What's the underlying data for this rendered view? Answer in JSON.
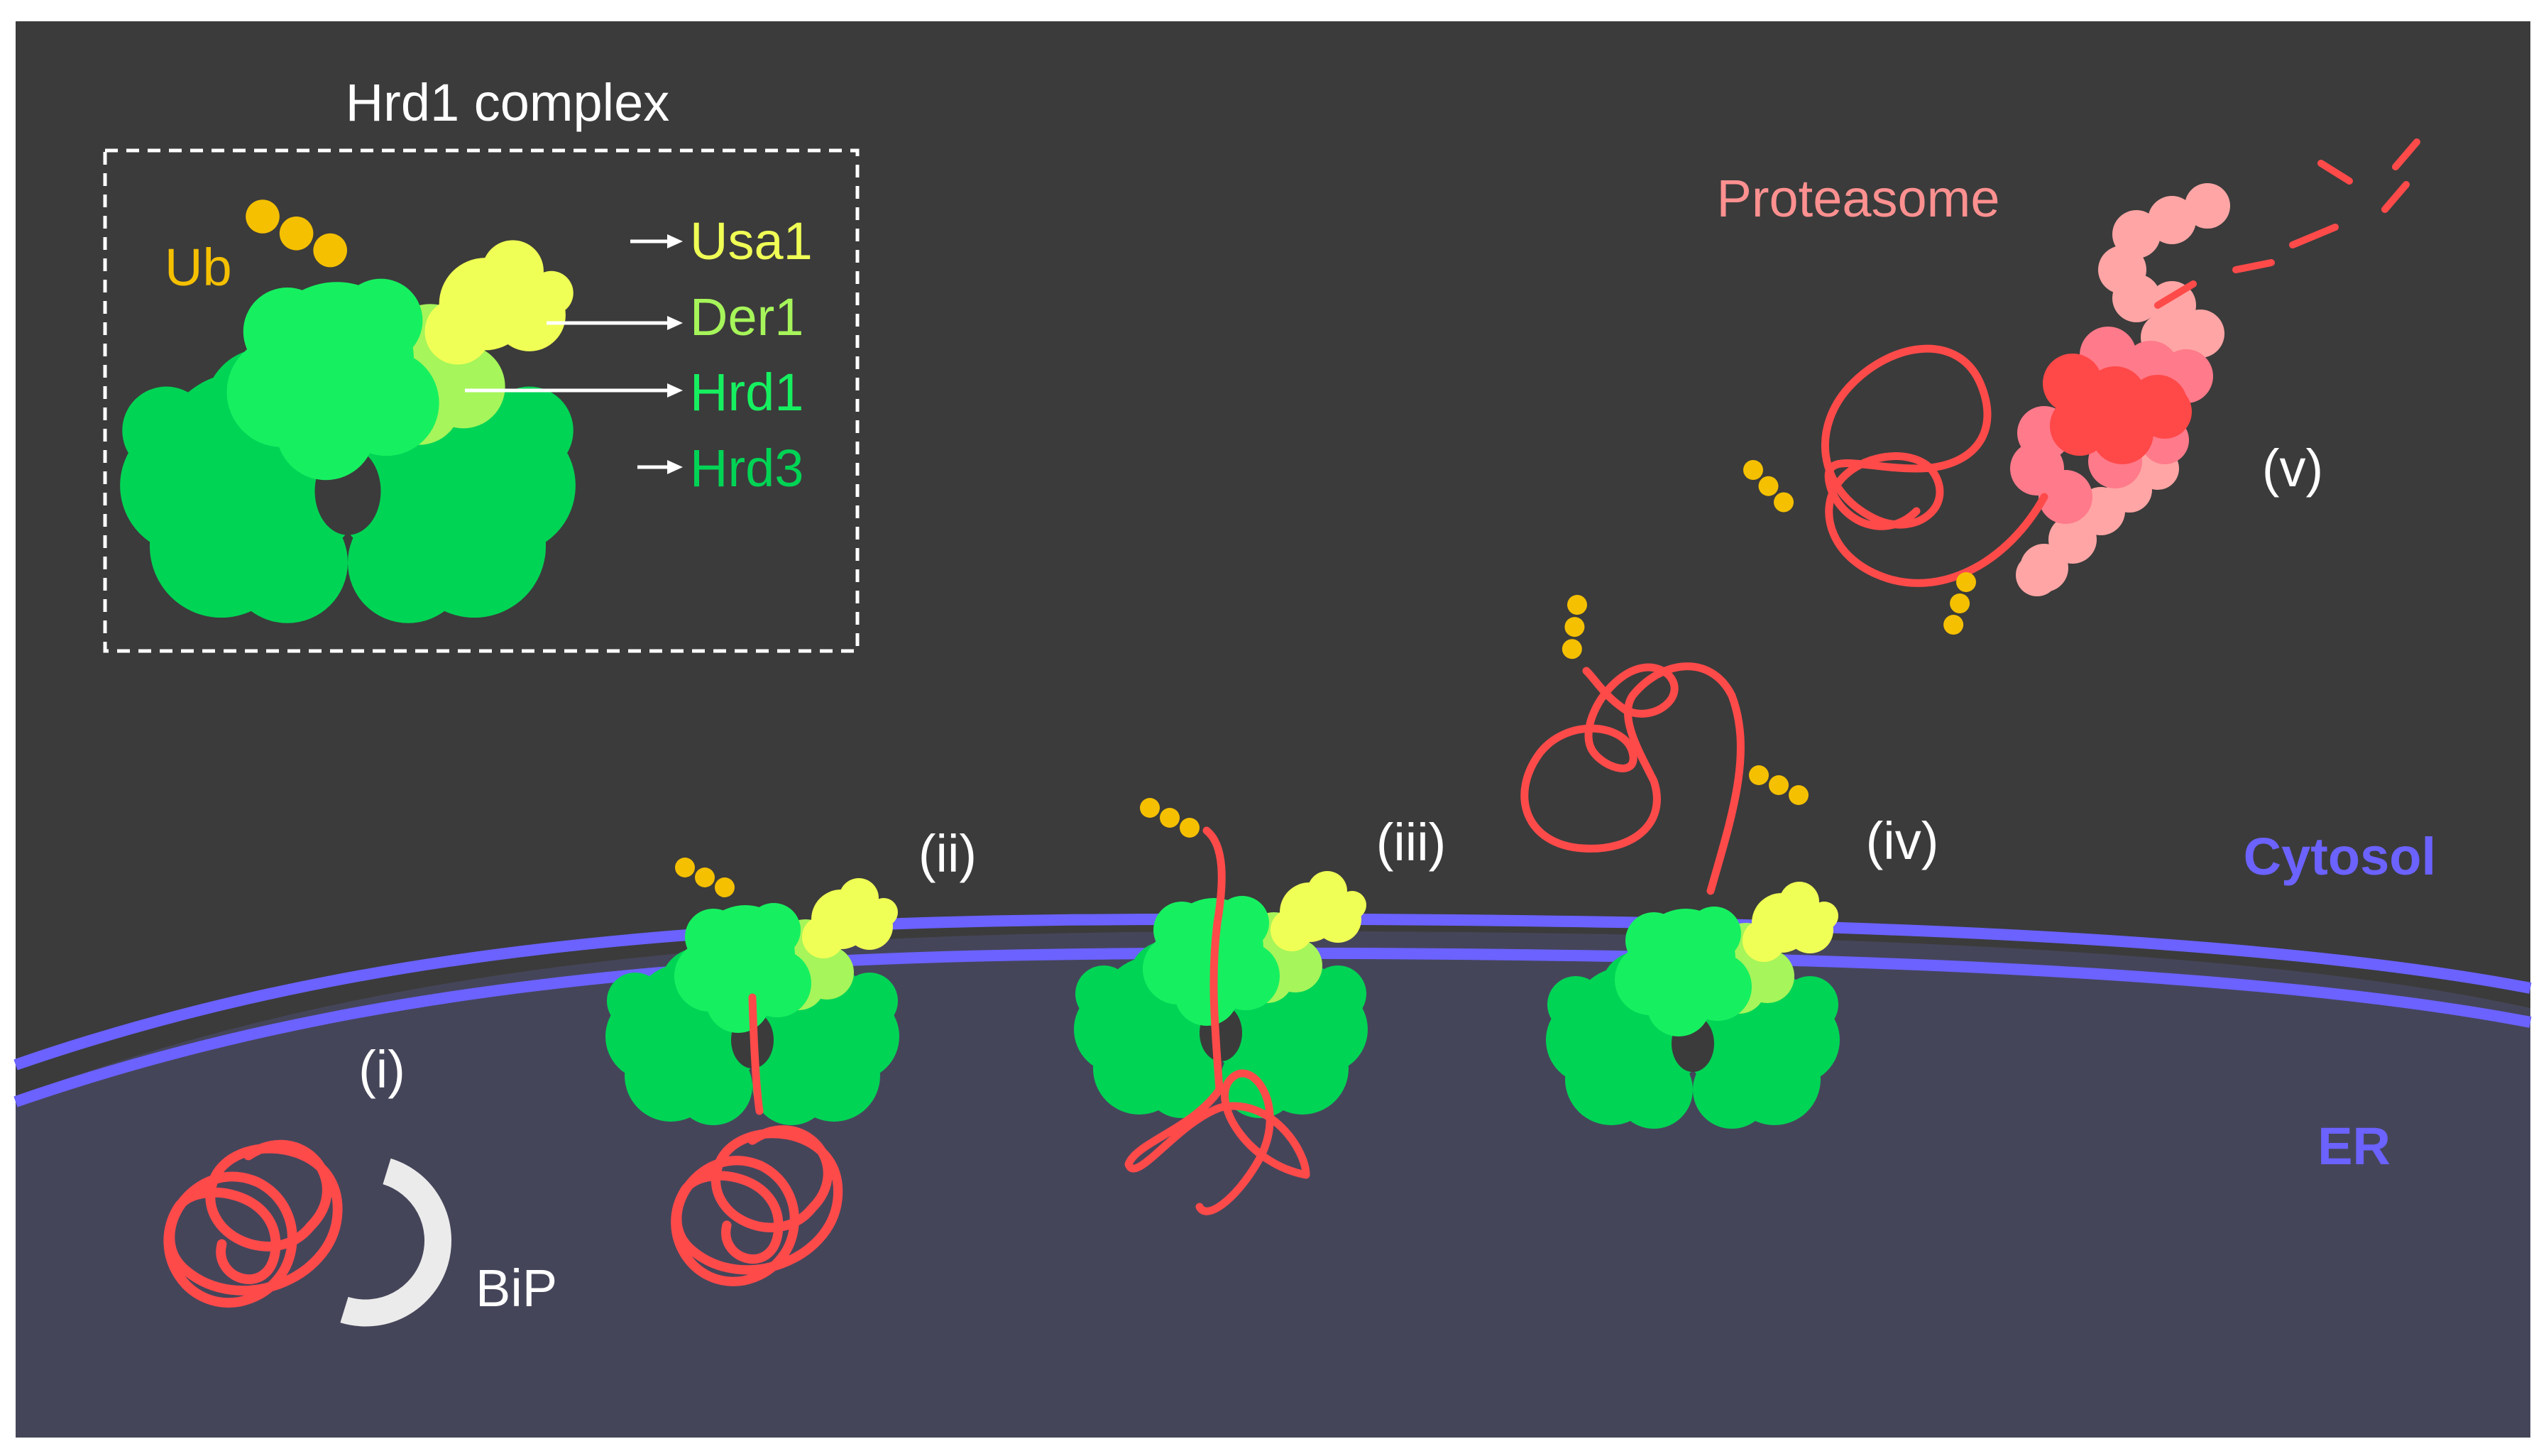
{
  "inset": {
    "title": "Hrd1 complex",
    "ub_label": "Ub",
    "legend": [
      "Usa1",
      "Der1",
      "Hrd1",
      "Hrd3"
    ]
  },
  "compartments": {
    "cytosol": "Cytosol",
    "er": "ER"
  },
  "steps": [
    "(i)",
    "(ii)",
    "(iii)",
    "(iv)",
    "(v)"
  ],
  "bip_label": "BiP",
  "proteasome_label": "Proteasome",
  "colors": {
    "background_cytosol": "#3b3b3b",
    "background_er": "#45455a",
    "membrane": "#6b62ff",
    "usa1": "#f0ff55",
    "der1": "#a6f55a",
    "hrd1": "#16f060",
    "hrd3": "#00d455",
    "substrate": "#ff4a4a",
    "ubiquitin": "#f5c000",
    "proteasome_light": "#ffa5a5",
    "proteasome_mid": "#ff7a8a",
    "proteasome_dark": "#ff4848",
    "bip": "#ebebeb",
    "proteasome_text": "#ff9090"
  },
  "icons": [
    "hrd1-complex-icon",
    "substrate-coil-icon",
    "ubiquitin-chain-icon",
    "proteasome-icon",
    "bip-icon"
  ]
}
